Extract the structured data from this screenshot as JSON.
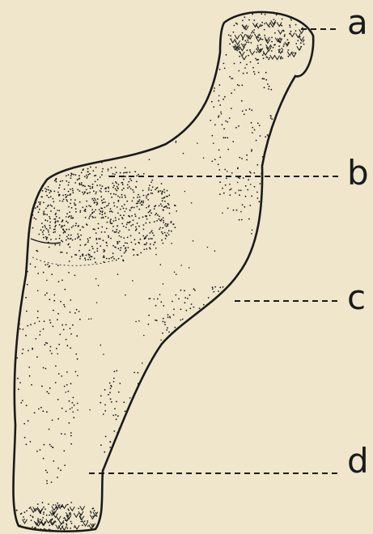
{
  "labels": {
    "a": "a",
    "b": "b",
    "c": "c",
    "d": "d"
  },
  "colors": {
    "background": "#efe6cc",
    "ink": "#1a1a1a"
  }
}
